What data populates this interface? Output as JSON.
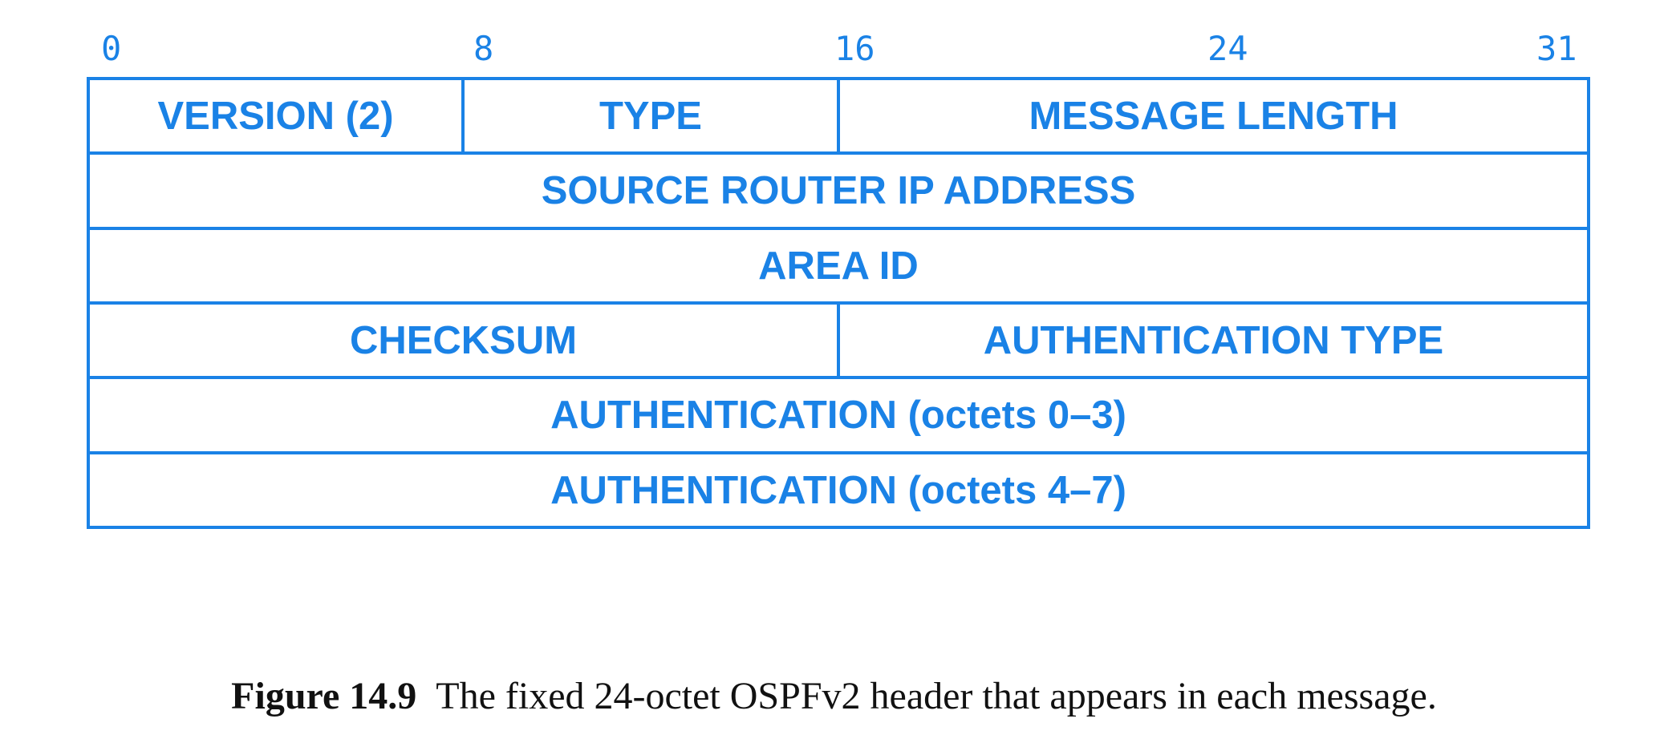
{
  "bit_positions": [
    "0",
    "8",
    "16",
    "24",
    "31"
  ],
  "rows": [
    [
      {
        "label": "VERSION (2)"
      },
      {
        "label": "TYPE"
      },
      {
        "label": "MESSAGE LENGTH"
      }
    ],
    [
      {
        "label": "SOURCE ROUTER IP ADDRESS"
      }
    ],
    [
      {
        "label": "AREA ID"
      }
    ],
    [
      {
        "label": "CHECKSUM"
      },
      {
        "label": "AUTHENTICATION TYPE"
      }
    ],
    [
      {
        "label": "AUTHENTICATION (octets 0–3)"
      }
    ],
    [
      {
        "label": "AUTHENTICATION (octets 4–7)"
      }
    ]
  ],
  "caption": {
    "number": "Figure 14.9",
    "text": "The fixed 24-octet OSPFv2 header that appears in each message."
  },
  "colors": {
    "diagram": "#1a82e6",
    "caption": "#111111"
  }
}
